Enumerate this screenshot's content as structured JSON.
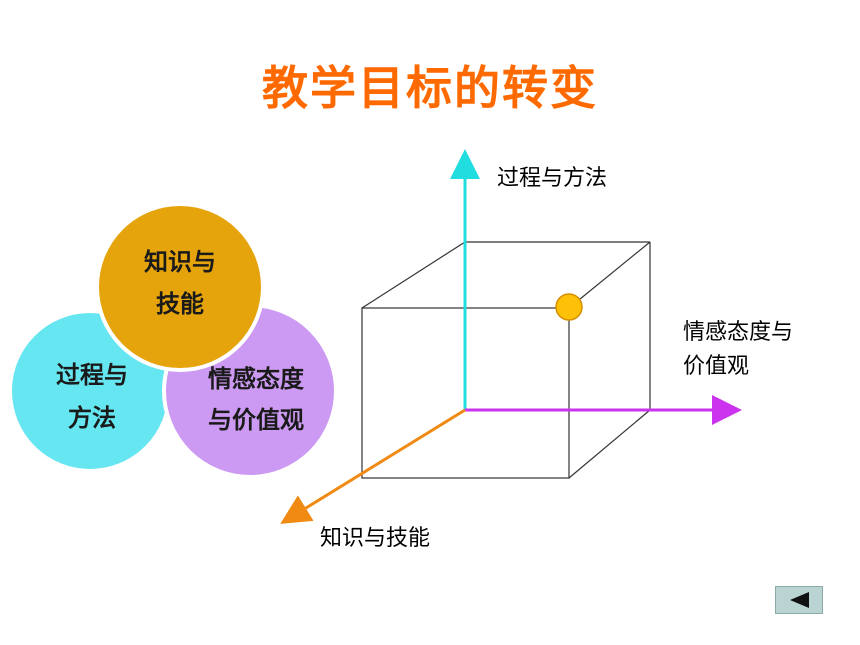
{
  "title": "教学目标的转变",
  "venn": {
    "top": {
      "line1": "知识与",
      "line2": "技能"
    },
    "left": {
      "line1": "过程与",
      "line2": "方法"
    },
    "right": {
      "line1": "情感态度",
      "line2": "与价值观"
    }
  },
  "axes": {
    "vertical": "过程与方法",
    "horizontal_line1": "情感态度与",
    "horizontal_line2": "价值观",
    "depth": "知识与技能"
  },
  "colors": {
    "title": "#ff6a00",
    "circle_top": "#e5a40c",
    "circle_left": "#66e6f0",
    "circle_right": "#cc9af2",
    "axis_vertical": "#22dde0",
    "axis_horizontal": "#cc33ee",
    "axis_depth": "#f08a12",
    "point": "#ffc107"
  },
  "nav": {
    "back_icon": "triangle-left-icon"
  }
}
